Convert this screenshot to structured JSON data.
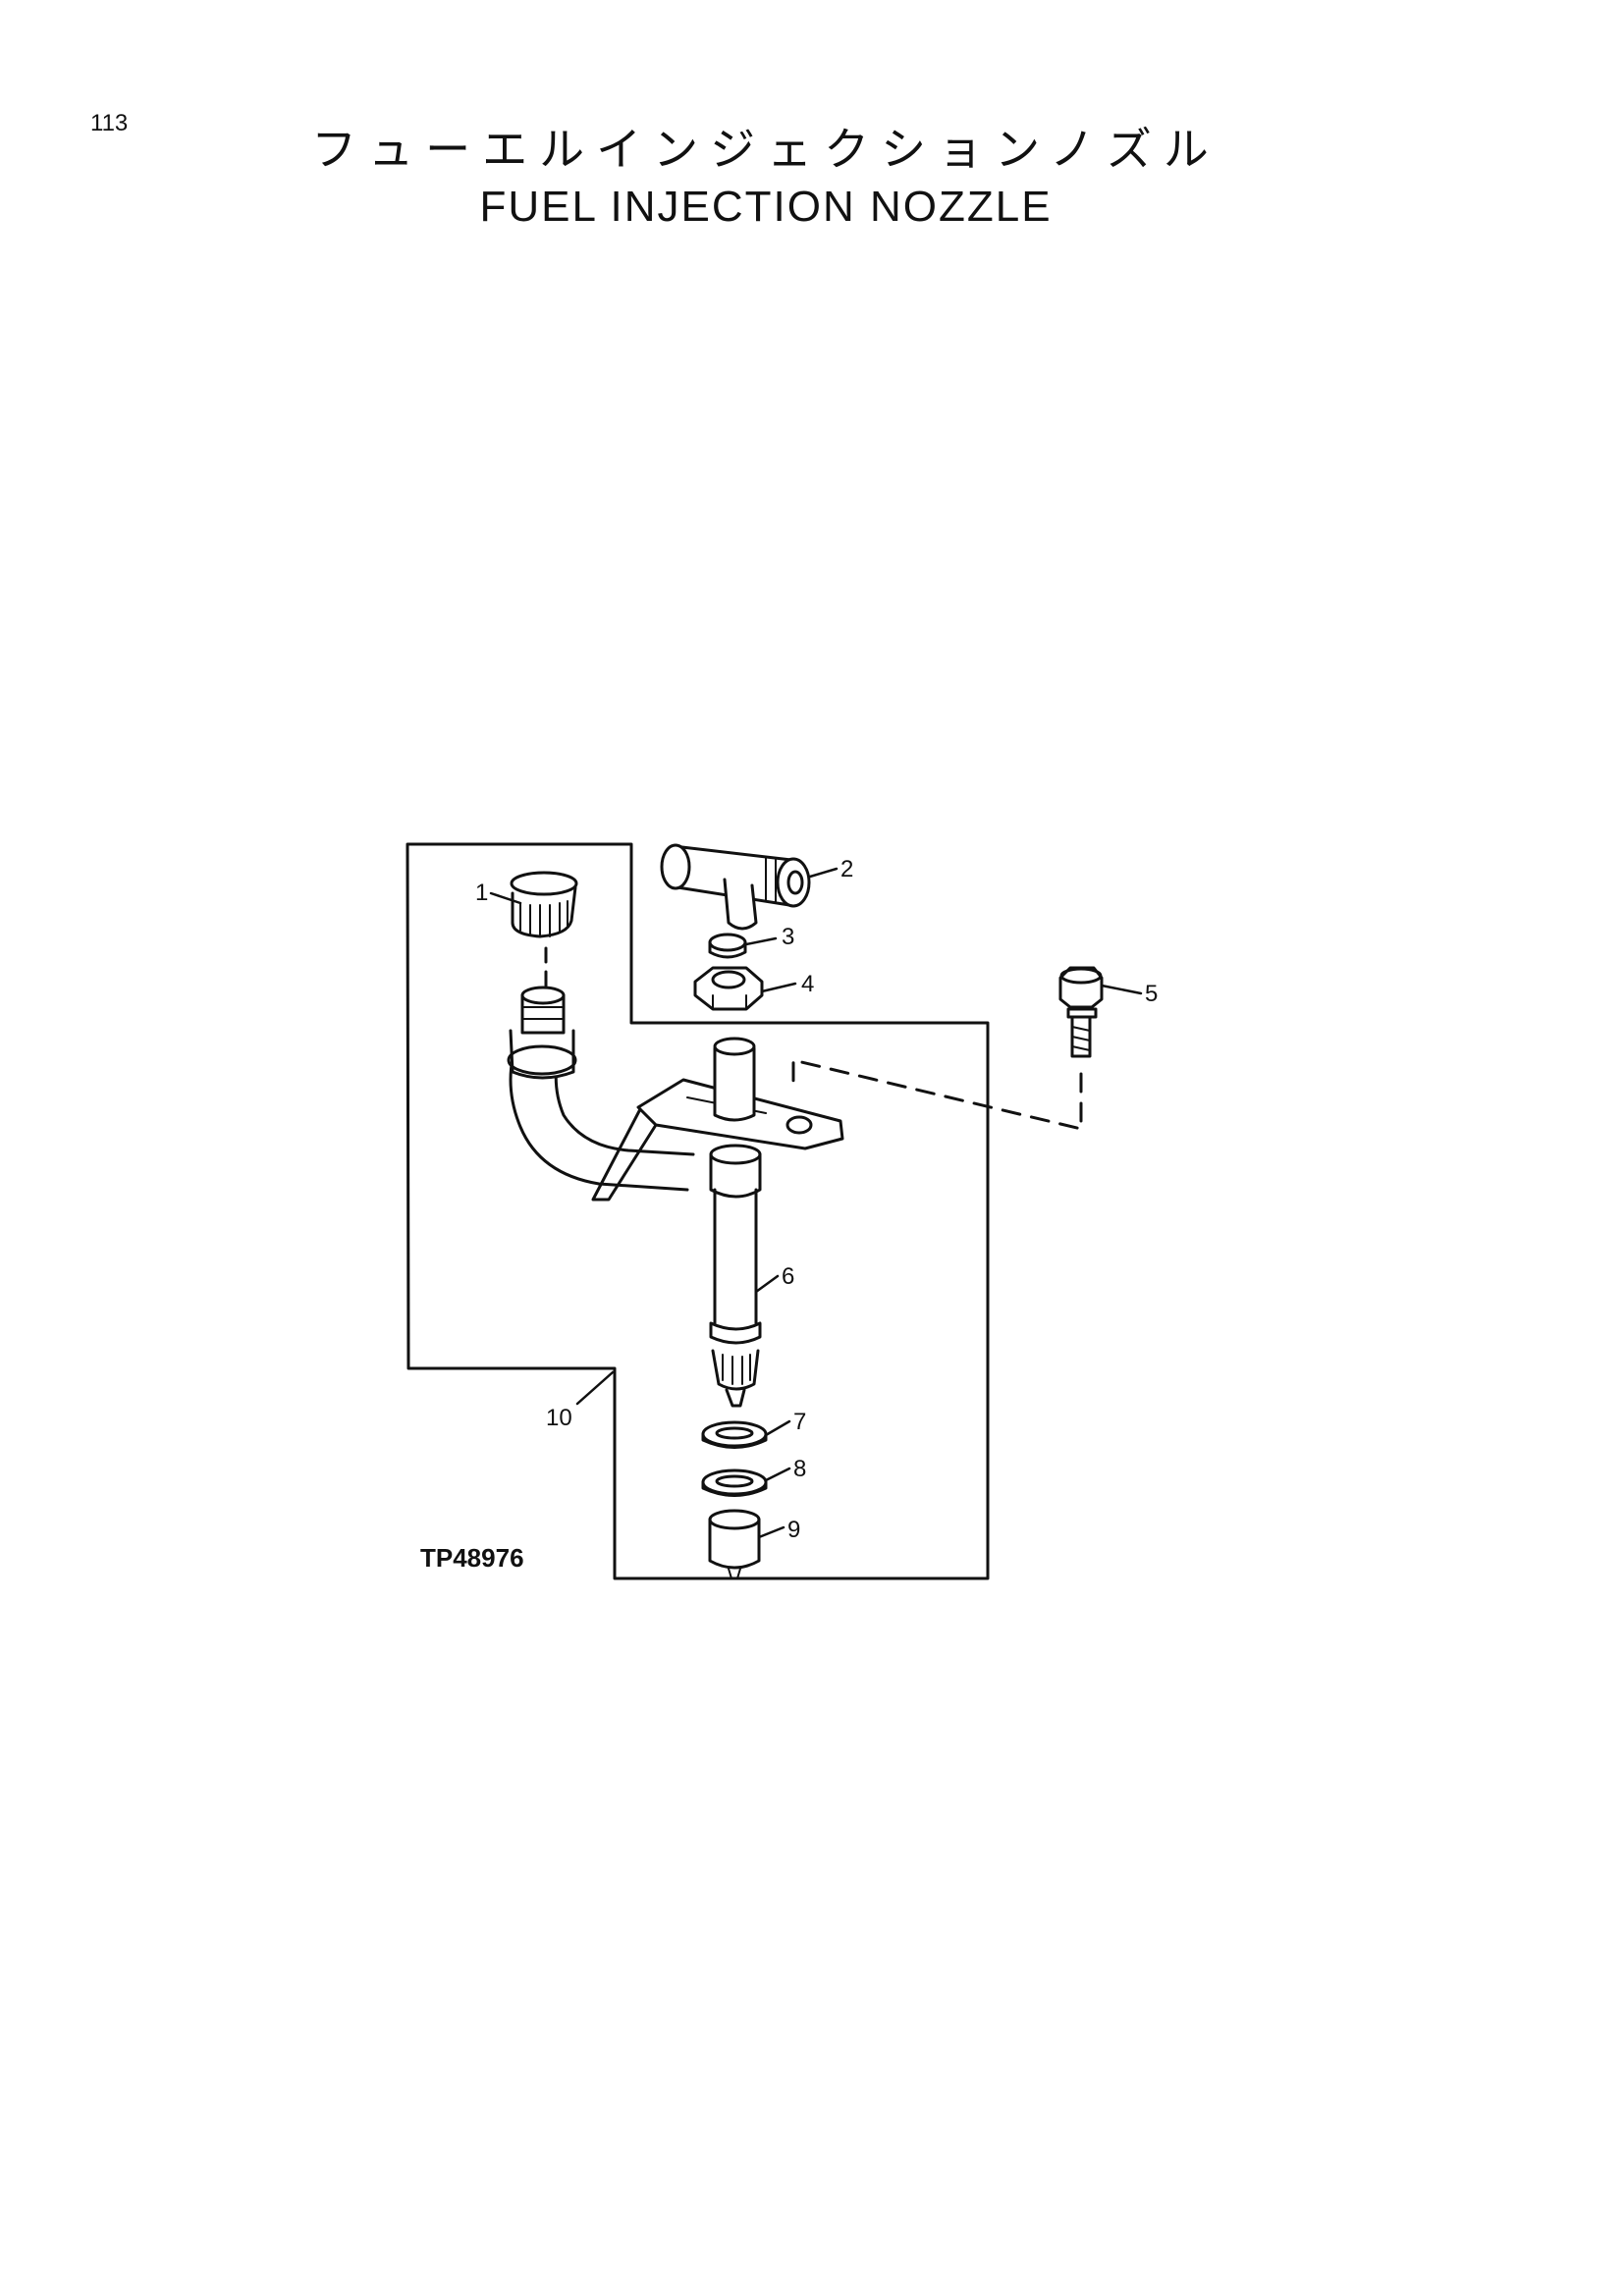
{
  "page": {
    "number": "113"
  },
  "title": {
    "japanese": "フューエルインジェクションノズル",
    "english": "FUEL INJECTION NOZZLE"
  },
  "diagram": {
    "figure_id": "TP48976",
    "callouts": [
      "1",
      "2",
      "3",
      "4",
      "5",
      "6",
      "7",
      "8",
      "9",
      "10"
    ],
    "line_color": "#111111"
  }
}
